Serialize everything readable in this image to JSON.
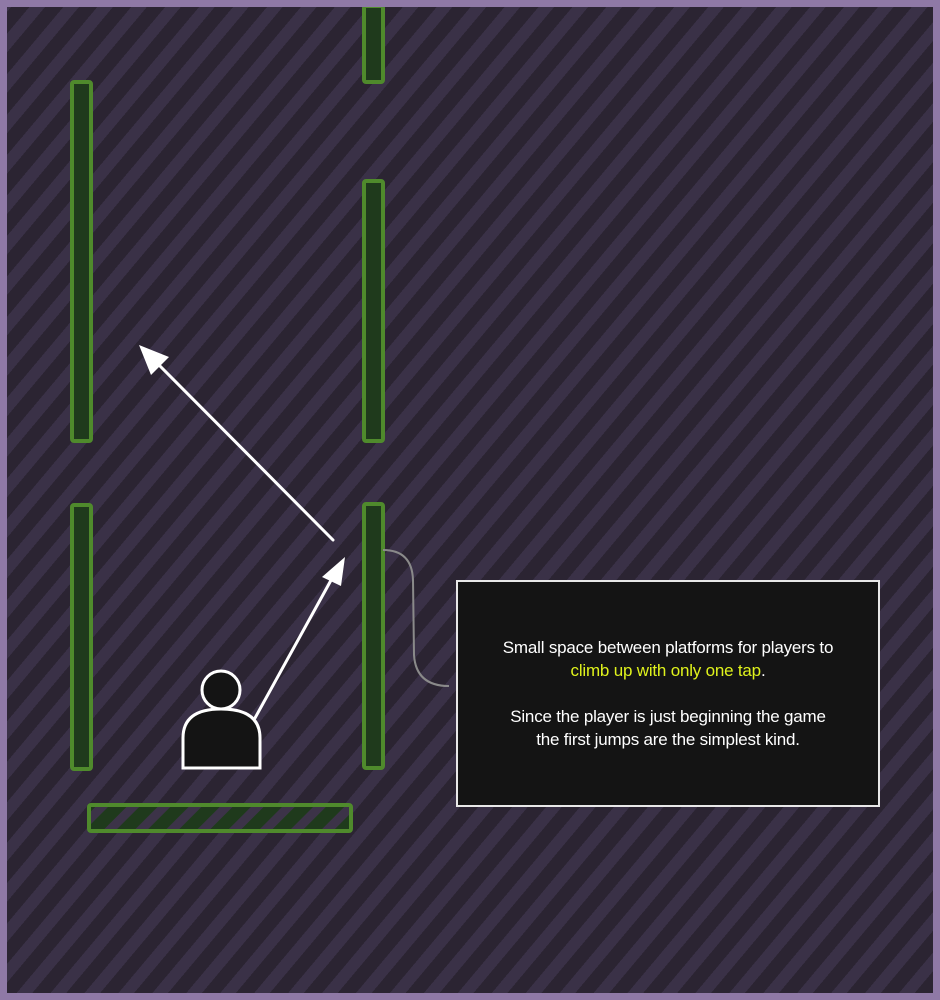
{
  "callout": {
    "line1": "Small space between platforms for players to",
    "highlight": "climb up with only one tap",
    "highlight_suffix": ".",
    "line3": "Since the player is just beginning the game",
    "line4": "the first jumps are the simplest kind."
  },
  "colors": {
    "frame": "#8f79a6",
    "platform_outline": "#4f8a2c",
    "platform_fill": "#1f3a1c",
    "arrow": "#ffffff",
    "highlight": "#dff21c",
    "callout_bg": "#141414",
    "connector": "#8a8a8a"
  },
  "icons": {
    "player": "player-icon",
    "jump_arrows": "arrow-icon"
  }
}
